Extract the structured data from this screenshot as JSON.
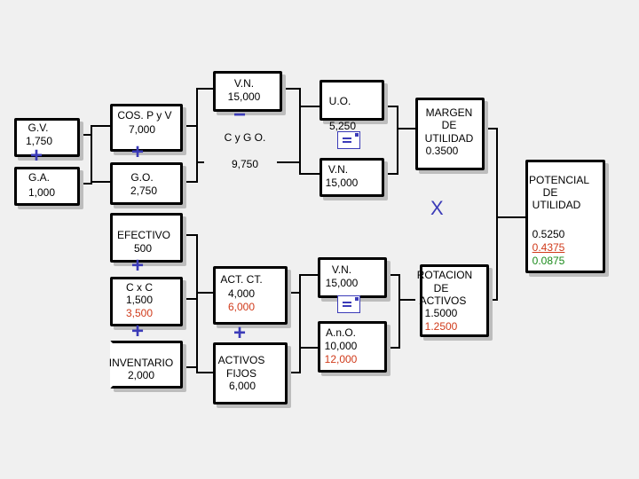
{
  "nodes": {
    "gv": {
      "label": "G.V.",
      "value": "1,750"
    },
    "ga": {
      "label": "G.A.",
      "value": "1,000"
    },
    "cos_pyv": {
      "label": "COS. P y V",
      "value": "7,000"
    },
    "go": {
      "label": "G.O.",
      "value": "2,750"
    },
    "vn_top": {
      "label": "V.N.",
      "value": "15,000"
    },
    "cygo": {
      "label": "C y G O.",
      "value": "9,750"
    },
    "uo": {
      "label": "U.O.",
      "value": "5,250"
    },
    "vn_mid": {
      "label": "V.N.",
      "value": "15,000"
    },
    "margen": {
      "line1": "MARGEN",
      "line2": "DE",
      "line3": "UTILIDAD",
      "value": "0.3500"
    },
    "potencial": {
      "line1": "POTENCIAL",
      "line2": "DE",
      "line3": "UTILIDAD",
      "value1": "0.5250",
      "value2": "0.4375",
      "value3": "0.0875"
    },
    "efectivo": {
      "label": "EFECTIVO",
      "value": "500"
    },
    "cxc": {
      "label": "C x C",
      "value": "1,500",
      "value_alt": "3,500"
    },
    "inventario": {
      "label": "INVENTARIO",
      "value": "2,000"
    },
    "act_ct": {
      "label": "ACT. CT.",
      "value": "4,000",
      "value_alt": "6,000"
    },
    "activos_fijos": {
      "line1": "ACTIVOS",
      "line2": "FIJOS",
      "value": "6,000"
    },
    "vn_bot": {
      "label": "V.N.",
      "value": "15,000"
    },
    "ano": {
      "label": "A.n.O.",
      "value": "10,000",
      "value_alt": "12,000"
    },
    "rotacion": {
      "line1": "ROTACION",
      "line2": "DE",
      "line3": "ACTIVOS",
      "value": "1.5000",
      "value_alt": "1.2500"
    }
  },
  "operators": {
    "plus": "+",
    "minus": "−",
    "times": "X",
    "divide_icon": "divide-icon"
  },
  "colors": {
    "operator": "#3b3bb8",
    "alt_value": "#d03a1a",
    "green_value": "#1a8a1a",
    "box_border": "#000000",
    "background": "#f0f0f0"
  }
}
